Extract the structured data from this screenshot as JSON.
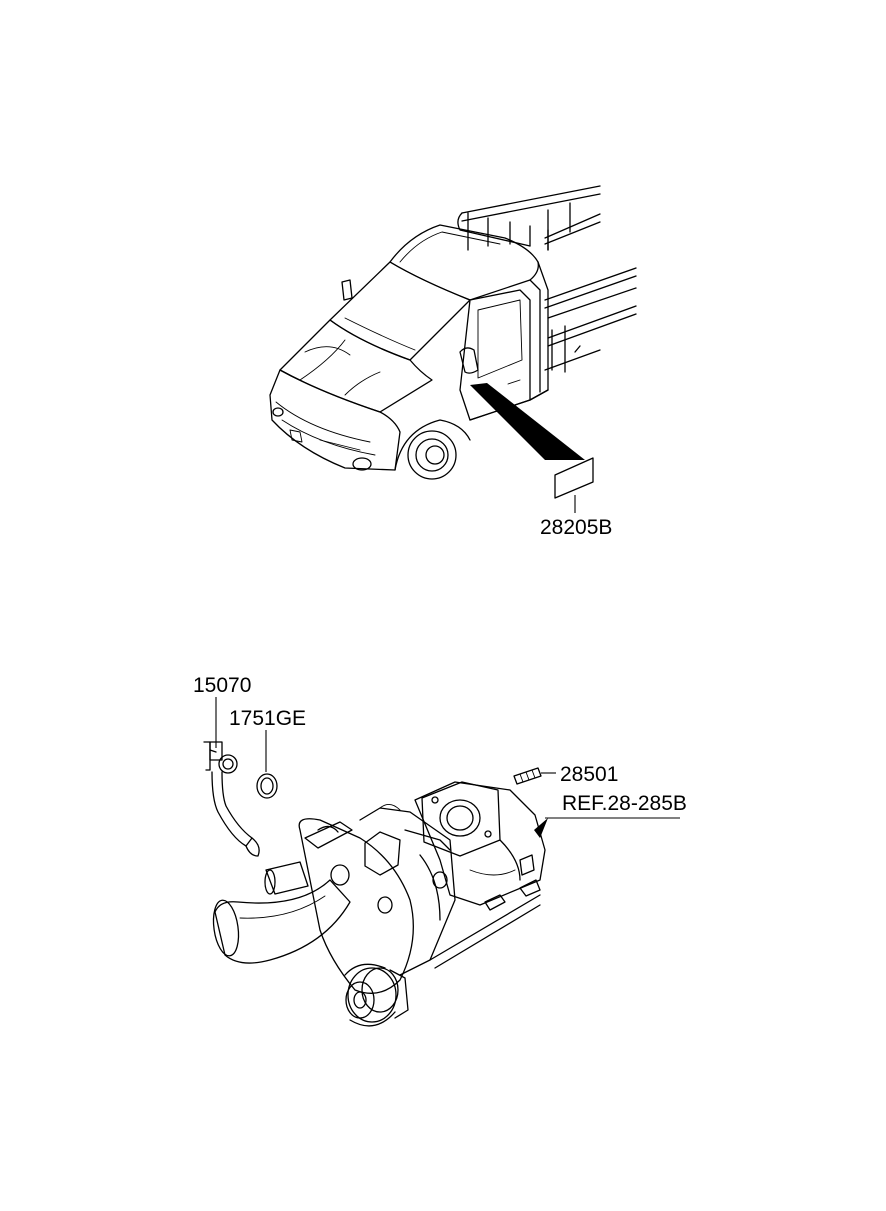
{
  "diagram": {
    "parts": [
      {
        "id": "truck-label-part",
        "label": "28205B"
      },
      {
        "id": "oil-line-part",
        "label": "15070"
      },
      {
        "id": "gasket-part",
        "label": "1751GE"
      },
      {
        "id": "stud-part",
        "label": "28501"
      },
      {
        "id": "turbo-ref",
        "label": "REF.28-285B"
      }
    ]
  }
}
